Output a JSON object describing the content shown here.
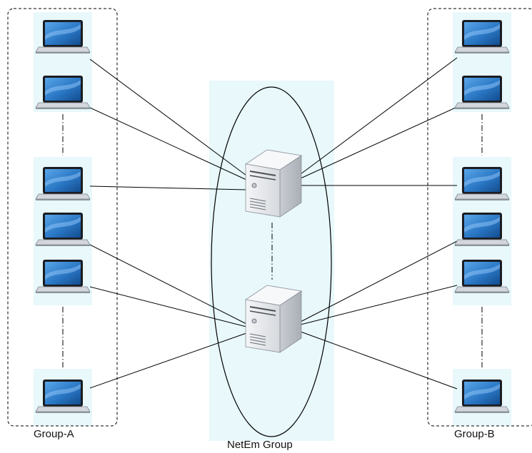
{
  "groups": {
    "group_a": {
      "label": "Group-A"
    },
    "netem": {
      "label": "NetEm Group"
    },
    "group_b": {
      "label": "Group-B"
    }
  },
  "colors": {
    "highlight": "#e8f8fb",
    "laptop_screen": "#2a77c5",
    "laptop_body": "#cfd3d8",
    "server_body": "#e9ebee",
    "line": "#000000"
  },
  "nodes": {
    "laptops_a_count": 6,
    "laptops_b_count": 6,
    "servers_count": 2
  }
}
